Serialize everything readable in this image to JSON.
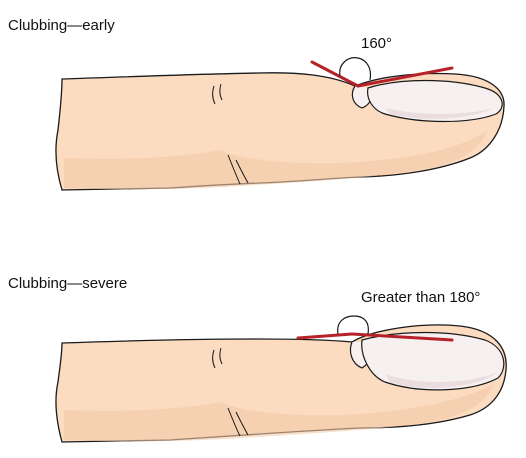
{
  "panels": [
    {
      "title": "Clubbing—early",
      "angle_label": "160°",
      "angle_degrees": 160
    },
    {
      "title": "Clubbing—severe",
      "angle_label": "Greater than 180°",
      "angle_degrees": 180
    }
  ],
  "colors": {
    "skin": "#fbdcc0",
    "skin_shadow": "#f3c9a6",
    "outline": "#1a1a1a",
    "angle_line": "#b5222a",
    "nail": "#f7f0f0",
    "nail_shade": "#e9dde0"
  }
}
